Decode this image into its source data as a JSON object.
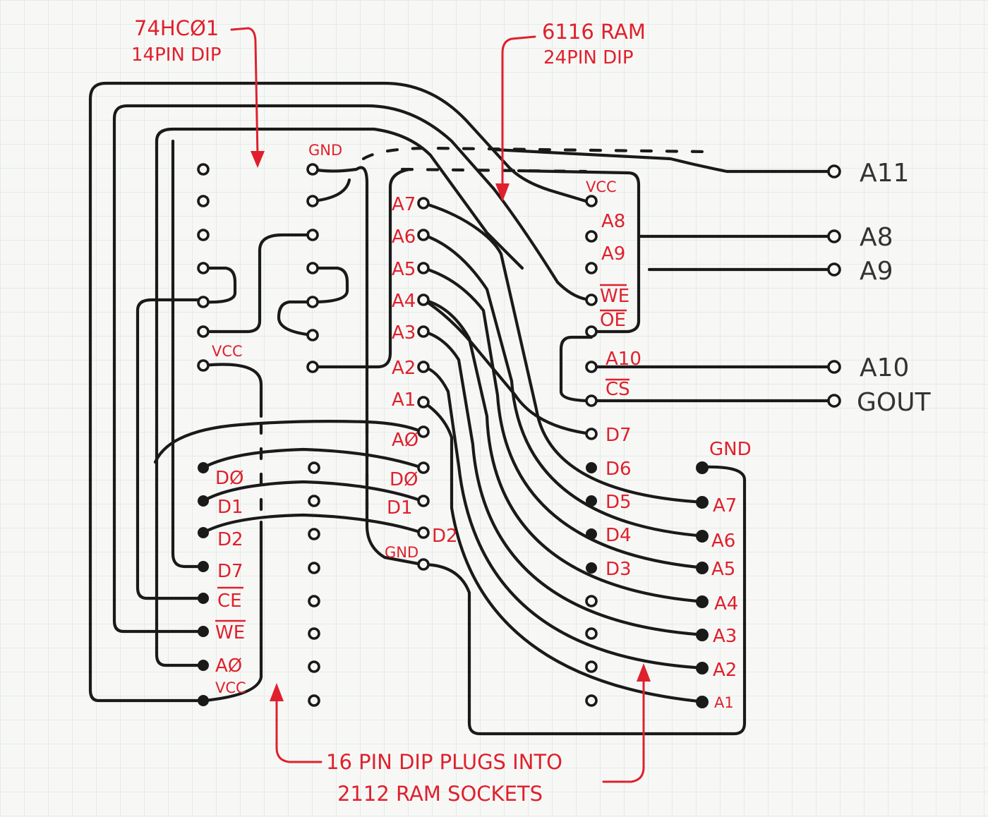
{
  "annotations": {
    "chip_74hc01": [
      "74HCØ1",
      "14PIN DIP"
    ],
    "chip_6116": [
      "6116  RAM",
      "24PIN  DIP"
    ],
    "socket": [
      "16 PIN DIP  PLUGS INTO",
      "2112  RAM  SOCKETS"
    ]
  },
  "chip_74hc01": {
    "gnd_label": "GND",
    "vcc_label": "VCC"
  },
  "chip_6116": {
    "left_labels": [
      "A7",
      "A6",
      "A5",
      "A4",
      "A3",
      "A2",
      "A1",
      "AØ",
      "DØ",
      "D1",
      "D2",
      "GND"
    ],
    "right_labels": [
      "VCC",
      "A8",
      "A9",
      "WE",
      "OE",
      "A10",
      "CS",
      "D7",
      "D6",
      "D5",
      "D4",
      "D3"
    ],
    "overlined": [
      "WE",
      "OE",
      "CS"
    ]
  },
  "dip16": {
    "left_labels": [
      "DØ",
      "D1",
      "D2",
      "D7",
      "CE",
      "WE",
      "AØ",
      "VCC"
    ],
    "overlined": [
      "CE",
      "WE"
    ]
  },
  "socket_right": {
    "gnd_label": "GND",
    "labels": [
      "A7",
      "A6",
      "A5",
      "A4",
      "A3",
      "A2",
      "A1"
    ]
  },
  "external": {
    "labels": [
      "A11",
      "A8",
      "A9",
      "A10",
      "GOUT"
    ]
  }
}
